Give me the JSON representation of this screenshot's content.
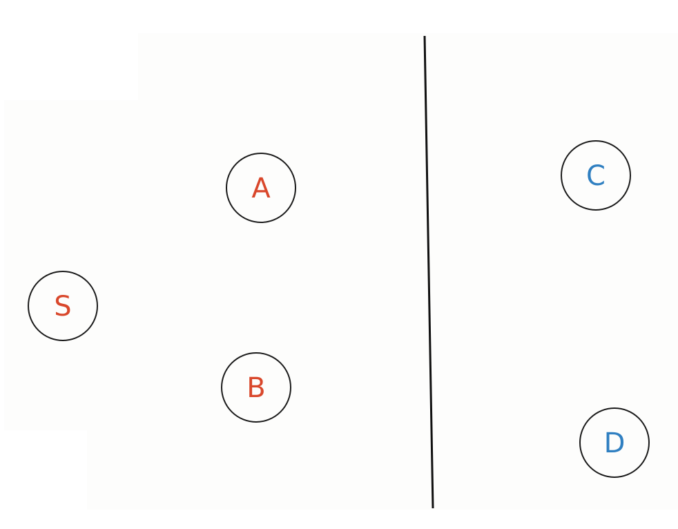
{
  "colors": {
    "group_left": "#d9472b",
    "group_right": "#2f7fc1",
    "background": "#fdfdfc"
  },
  "nodes": [
    {
      "id": "S",
      "label": "S",
      "group": "left"
    },
    {
      "id": "A",
      "label": "A",
      "group": "left"
    },
    {
      "id": "B",
      "label": "B",
      "group": "left"
    },
    {
      "id": "C",
      "label": "C",
      "group": "right"
    },
    {
      "id": "D",
      "label": "D",
      "group": "right"
    }
  ]
}
